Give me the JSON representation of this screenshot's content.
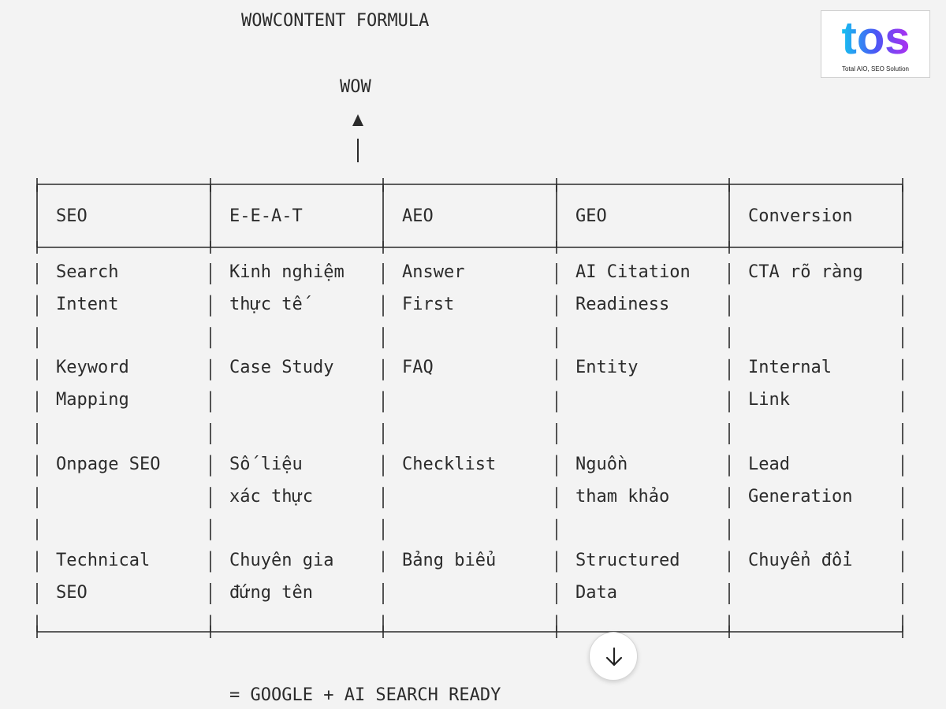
{
  "title": "WOWCONTENT FORMULA",
  "wow_label": "WOW",
  "footer": "= GOOGLE + AI SEARCH READY",
  "logo": {
    "text": "tos",
    "tagline": "Total AIO, SEO Solution",
    "gradient": [
      "#16c2f0",
      "#4a57f5",
      "#b12ff0"
    ]
  },
  "headers": [
    "SEO",
    "E-E-A-T",
    "AEO",
    "GEO",
    "Conversion"
  ],
  "rows": [
    [
      [
        "Search",
        "Intent"
      ],
      [
        "Kinh nghiệm",
        "thực tế"
      ],
      [
        "Answer",
        "First"
      ],
      [
        "AI Citation",
        "Readiness"
      ],
      [
        "CTA rõ ràng"
      ]
    ],
    [
      [
        "Keyword",
        "Mapping"
      ],
      [
        "Case Study"
      ],
      [
        "FAQ"
      ],
      [
        "Entity"
      ],
      [
        "Internal",
        "Link"
      ]
    ],
    [
      [
        "Onpage SEO"
      ],
      [
        "Số liệu",
        "xác thực"
      ],
      [
        "Checklist"
      ],
      [
        "Nguồn",
        "tham khảo"
      ],
      [
        "Lead",
        "Generation"
      ]
    ],
    [
      [
        "Technical",
        "SEO"
      ],
      [
        "Chuyên gia",
        "đứng tên"
      ],
      [
        "Bảng biểu"
      ],
      [
        "Structured",
        "Data"
      ],
      [
        "Chuyển đổi"
      ]
    ]
  ],
  "scroll_button_icon": "arrow-down-icon",
  "colors": {
    "background": "#f3f3f3",
    "text": "#2b2b2b"
  }
}
